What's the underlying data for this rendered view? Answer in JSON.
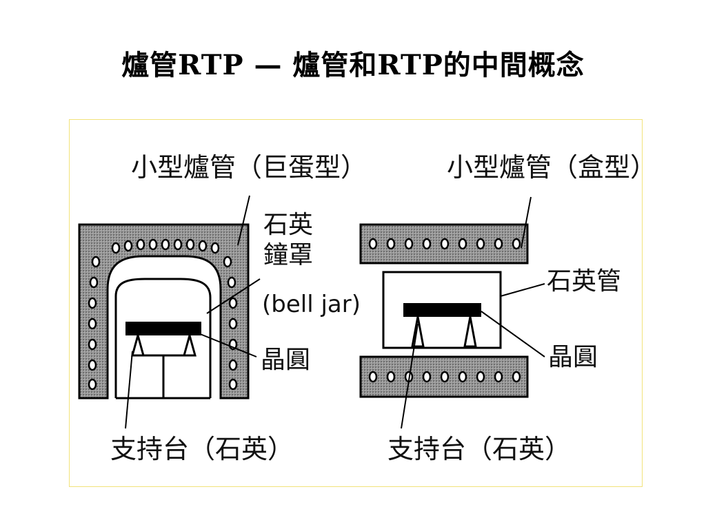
{
  "title": "爐管RTP — 爐管和RTP的中間概念",
  "left": {
    "heading": "小型爐管（巨蛋型）",
    "quartz_line1": "石英",
    "quartz_line2": "鐘罩",
    "quartz_line3": "(bell jar)",
    "wafer": "晶圓",
    "support": "支持台（石英）"
  },
  "right": {
    "heading": "小型爐管（盒型）",
    "quartz_tube": "石英管",
    "wafer": "晶圓",
    "support": "支持台（石英）"
  },
  "colors": {
    "heater_fill": "#8a8a8a",
    "frame_border": "#f2e27a"
  }
}
